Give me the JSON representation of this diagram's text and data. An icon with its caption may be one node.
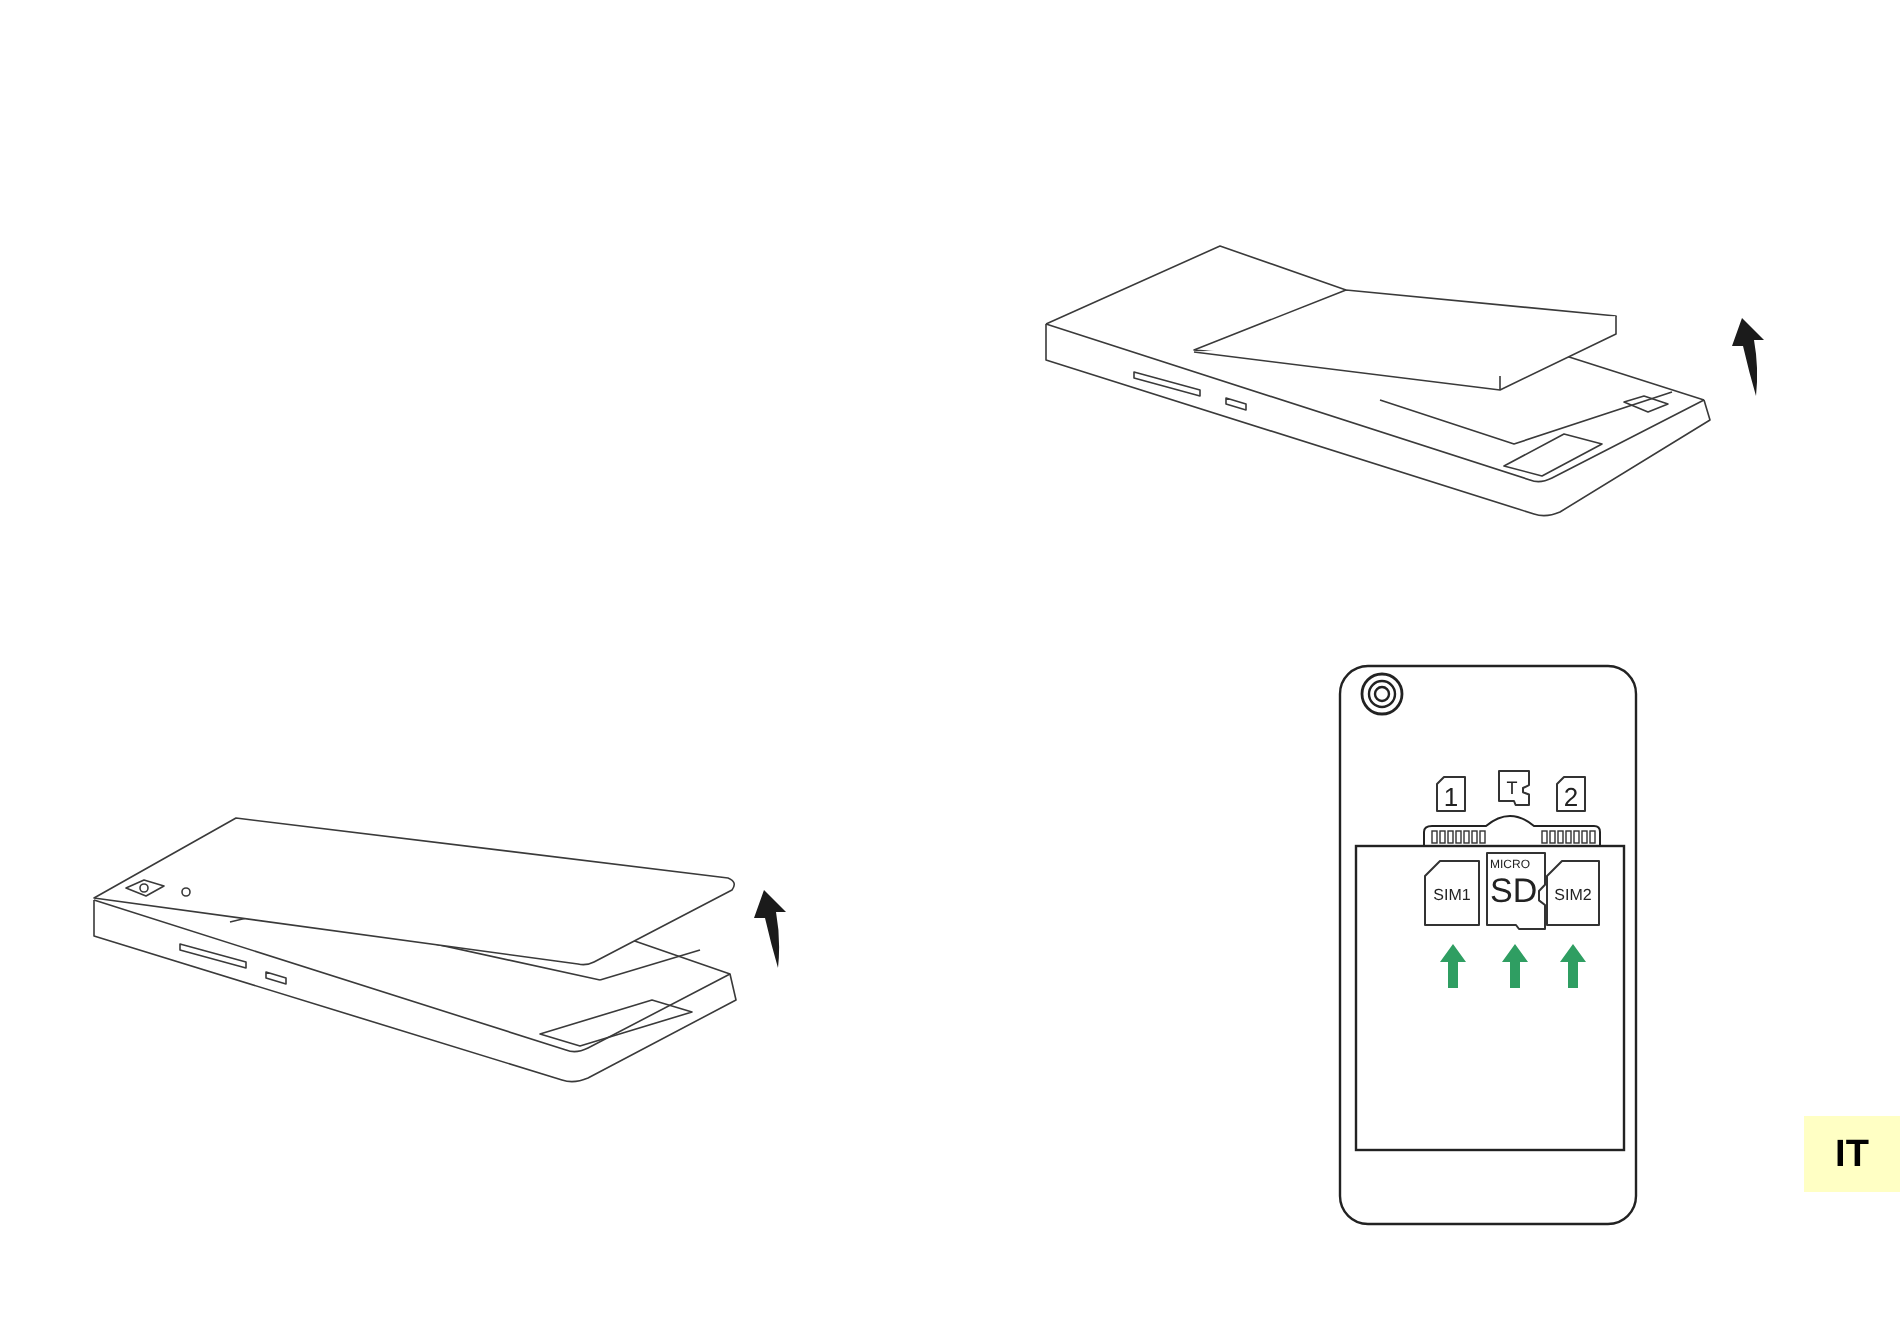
{
  "diagram": {
    "nodes": [
      {
        "text": [
          "1"
        ]
      },
      {
        "text": [
          "T"
        ]
      },
      {
        "text": [
          "2"
        ]
      },
      {
        "text": [
          "SIM1"
        ]
      },
      {
        "text": [
          "MICRO",
          "SD"
        ]
      },
      {
        "text": [
          "SIM2"
        ]
      },
      {
        "text": [
          "IT"
        ]
      }
    ]
  }
}
